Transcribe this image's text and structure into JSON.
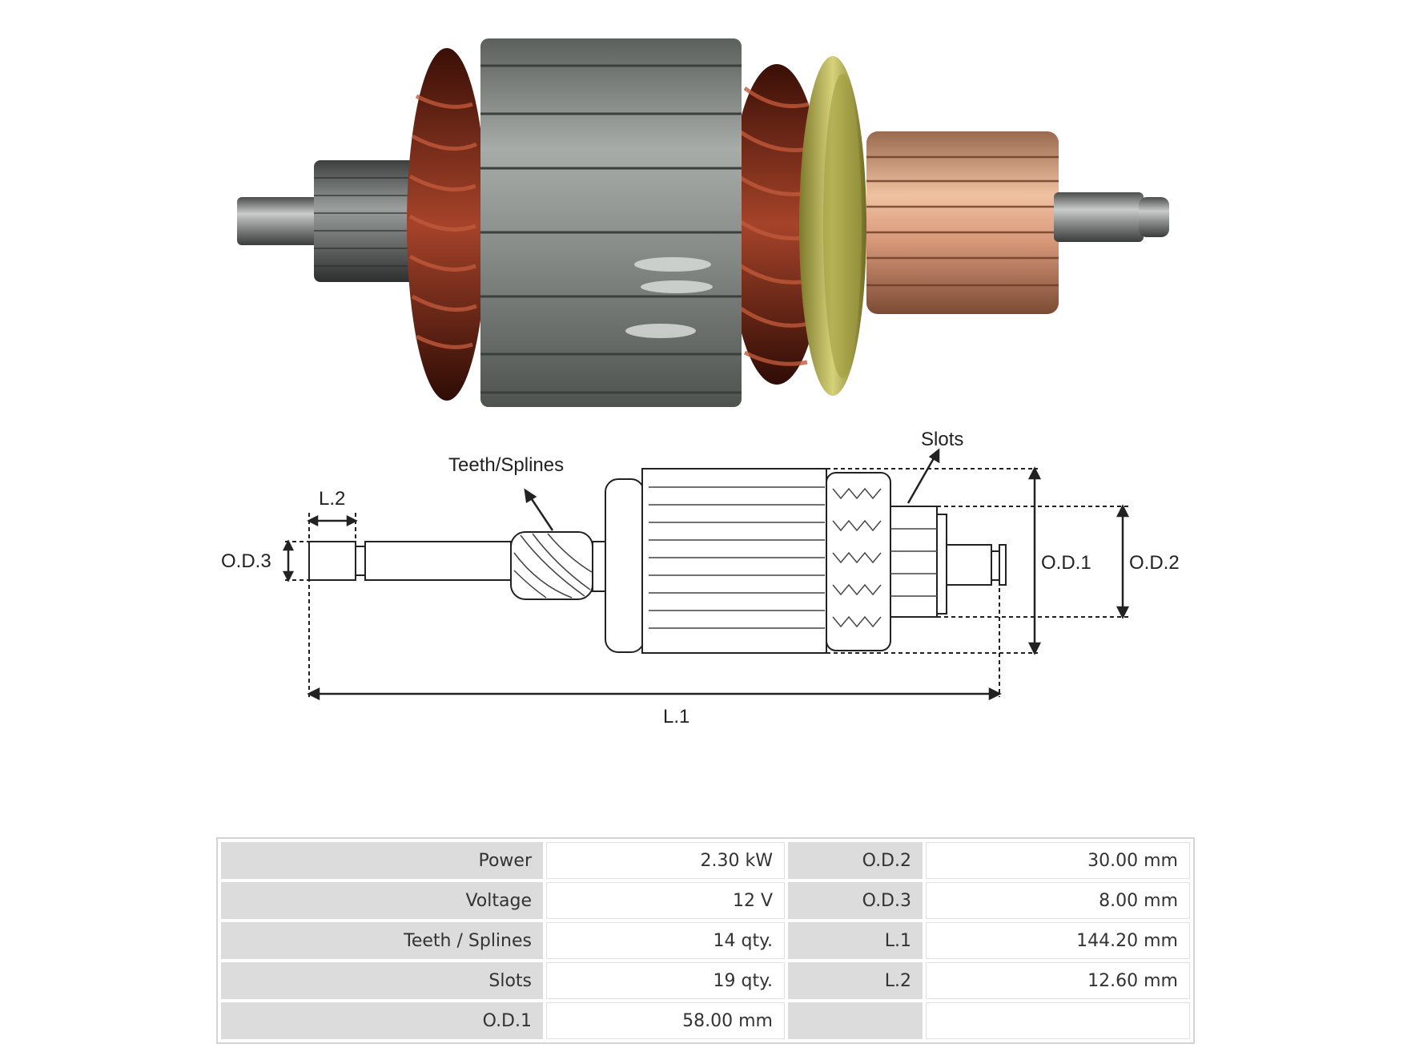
{
  "diagram": {
    "labels": {
      "teeth_splines": "Teeth/Splines",
      "slots": "Slots",
      "l2": "L.2",
      "od3": "O.D.3",
      "od1": "O.D.1",
      "od2": "O.D.2",
      "l1": "L.1"
    }
  },
  "specs": {
    "rows": [
      {
        "label1": "Power",
        "value1": "2.30 kW",
        "label2": "O.D.2",
        "value2": "30.00 mm"
      },
      {
        "label1": "Voltage",
        "value1": "12 V",
        "label2": "O.D.3",
        "value2": "8.00 mm"
      },
      {
        "label1": "Teeth / Splines",
        "value1": "14 qty.",
        "label2": "L.1",
        "value2": "144.20 mm"
      },
      {
        "label1": "Slots",
        "value1": "19 qty.",
        "label2": "L.2",
        "value2": "12.60 mm"
      },
      {
        "label1": "O.D.1",
        "value1": "58.00 mm",
        "label2": "",
        "value2": ""
      }
    ]
  },
  "colors": {
    "copper_wire": "#7a2a14",
    "lamination_steel": "#8a8f8c",
    "commutator_copper": "#d89a72",
    "insulator_green": "#b7b35a",
    "table_label_bg": "#dcdcdc"
  }
}
